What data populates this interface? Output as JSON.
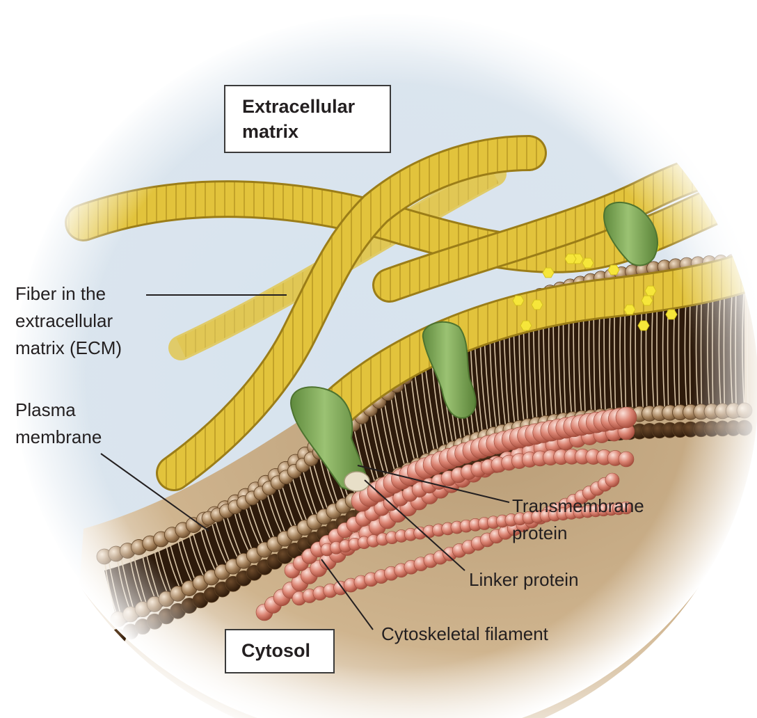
{
  "regions": {
    "top_box_line1": "Extracellular",
    "top_box_line2": "matrix",
    "bottom_box": "Cytosol"
  },
  "labels": {
    "fiber_line1": "Fiber in the",
    "fiber_line2": "extracellular",
    "fiber_line3": "matrix (ECM)",
    "plasma_line1": "Plasma",
    "plasma_line2": "membrane",
    "transmembrane_line1": "Transmembrane",
    "transmembrane_line2": "protein",
    "linker": "Linker protein",
    "cytoskeletal": "Cytoskeletal filament"
  },
  "colors": {
    "background": "#d7e3ee",
    "fiber": "#e2c33c",
    "lipid_head": "#a3805a",
    "protein": "#84ad5e",
    "filament": "#dc8574",
    "cytosol": "#cfb48e",
    "sugar": "#f6e63a"
  }
}
